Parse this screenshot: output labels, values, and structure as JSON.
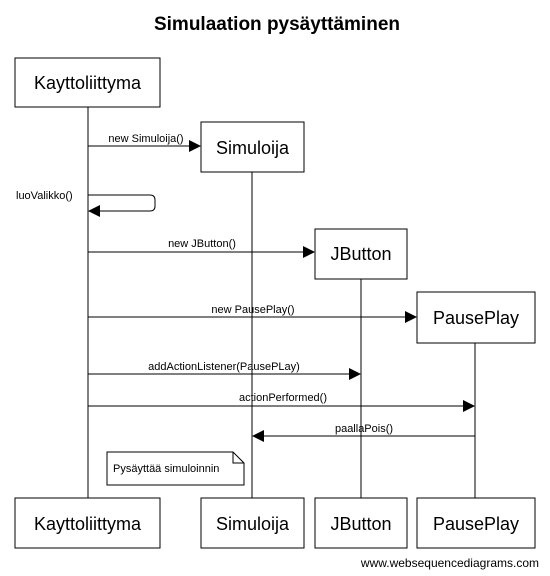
{
  "title": "Simulaation pysäyttäminen",
  "participants": {
    "kayttoliittyma": "Kayttoliittyma",
    "simuloija": "Simuloija",
    "jbutton": "JButton",
    "pauseplay": "PausePlay"
  },
  "messages": {
    "m1": "new Simuloija()",
    "m2": "luoValikko()",
    "m3": "new JButton()",
    "m4": "new PausePlay()",
    "m5": "addActionListener(PausePLay)",
    "m6": "actionPerformed()",
    "m7": "paallaPois()"
  },
  "note": "Pysäyttää simuloinnin",
  "footer": "www.websequencediagrams.com"
}
